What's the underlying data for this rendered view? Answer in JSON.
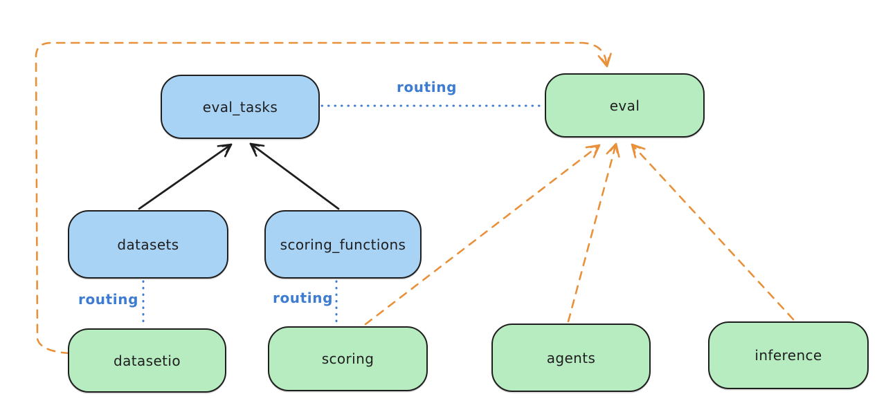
{
  "diagram": {
    "nodes": [
      {
        "id": "eval_tasks",
        "label": "eval_tasks",
        "kind": "resource"
      },
      {
        "id": "eval",
        "label": "eval",
        "kind": "api"
      },
      {
        "id": "datasets",
        "label": "datasets",
        "kind": "resource"
      },
      {
        "id": "scoring_functions",
        "label": "scoring_functions",
        "kind": "resource"
      },
      {
        "id": "datasetio",
        "label": "datasetio",
        "kind": "api"
      },
      {
        "id": "scoring",
        "label": "scoring",
        "kind": "api"
      },
      {
        "id": "agents",
        "label": "agents",
        "kind": "api"
      },
      {
        "id": "inference",
        "label": "inference",
        "kind": "api"
      }
    ],
    "edges": [
      {
        "from": "datasets",
        "to": "eval_tasks",
        "style": "solid",
        "color": "#1e1e1e"
      },
      {
        "from": "scoring_functions",
        "to": "eval_tasks",
        "style": "solid",
        "color": "#1e1e1e"
      },
      {
        "from": "eval_tasks",
        "to": "eval",
        "style": "dotted",
        "color": "#3d7cd1",
        "label": "routing"
      },
      {
        "from": "datasets",
        "to": "datasetio",
        "style": "dotted",
        "color": "#3d7cd1",
        "label": "routing"
      },
      {
        "from": "scoring_functions",
        "to": "scoring",
        "style": "dotted",
        "color": "#3d7cd1",
        "label": "routing"
      },
      {
        "from": "datasetio",
        "to": "eval",
        "style": "dashed",
        "color": "#e8913a"
      },
      {
        "from": "scoring",
        "to": "eval",
        "style": "dashed",
        "color": "#e8913a"
      },
      {
        "from": "agents",
        "to": "eval",
        "style": "dashed",
        "color": "#e8913a"
      },
      {
        "from": "inference",
        "to": "eval",
        "style": "dashed",
        "color": "#e8913a"
      }
    ],
    "edge_labels": [
      {
        "text": "routing"
      },
      {
        "text": "routing"
      },
      {
        "text": "routing"
      }
    ],
    "colors": {
      "background": "#ffffff",
      "node_stroke": "#1e1e1e",
      "blue_node_fill": "#a8d3f5",
      "green_node_fill": "#b7ecc1",
      "routing_blue": "#3d7cd1",
      "dashed_orange": "#e8913a"
    }
  }
}
